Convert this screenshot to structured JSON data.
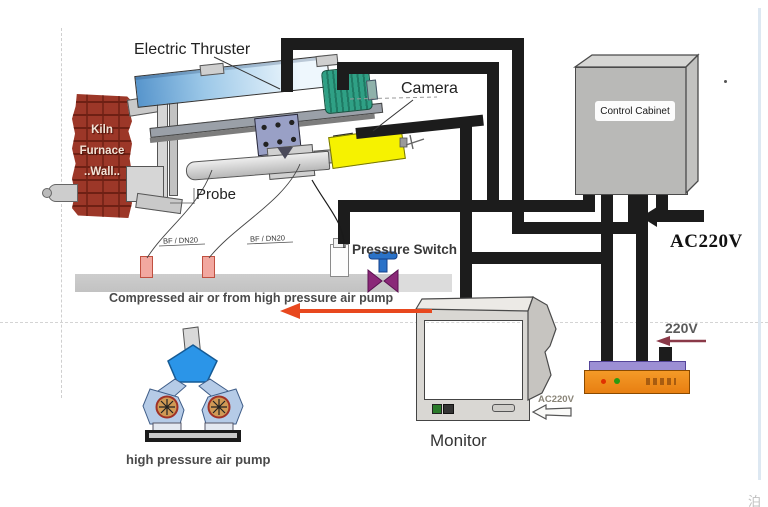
{
  "labels": {
    "electric_thruster": "Electric Thruster",
    "camera": "Camera",
    "control_cabinet": "Control Cabinet",
    "kiln_wall_line1": "Kiln",
    "kiln_wall_line2": "Furnace",
    "kiln_wall_line3": "..Wall..",
    "probe": "Probe",
    "bf_dn20_left": "BF / DN20",
    "bf_dn20_right": "BF / DN20",
    "pressure_switch": "Pressure Switch",
    "compressed_air_note": "Compressed air or from high pressure air pump",
    "high_pressure_air_pump": "high pressure air pump",
    "monitor": "Monitor",
    "monitor_power": "AC220V",
    "cabinet_power": "AC220V",
    "psu_power": "220V",
    "watermark": "泊"
  },
  "colors": {
    "cable_black": "#1c1c1c",
    "camera_yellow": "#f6f200",
    "thruster_blue": "#5795cc",
    "motor_green": "#2fa085",
    "wall_red": "#9c3728",
    "cabinet_gray": "#b9b9b7",
    "psu_orange": "#f0921e",
    "psu_purple": "#9c8fd4",
    "arrow_red": "#e8481e",
    "valve_blue": "#2a72c8",
    "valve_purple": "#8a2878",
    "pump_blue": "#b5cbe7",
    "fan_tan": "#d09a55"
  }
}
